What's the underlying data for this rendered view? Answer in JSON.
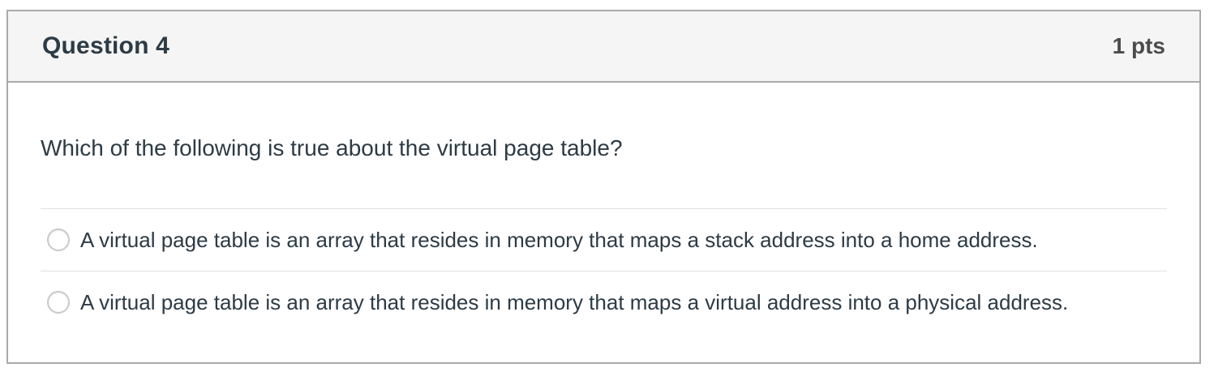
{
  "question": {
    "header": {
      "title": "Question 4",
      "points": "1 pts"
    },
    "prompt": "Which of the following is true about the virtual page table?",
    "options": [
      {
        "label": "A virtual page table is an array that resides in memory that maps a stack address into a home address.",
        "selected": false
      },
      {
        "label": "A virtual page table is an array that resides in memory that maps a virtual address into a physical address.",
        "selected": false
      }
    ]
  },
  "colors": {
    "border-gray": "#aaaaaa",
    "divider": "#e1e1e1",
    "header-bg": "#f5f5f5",
    "title-color": "#2d3b45",
    "points-color": "#4c4c4c",
    "text-color": "#2d3b45",
    "radio-border": "#c9c9c9",
    "card-bg": "#ffffff"
  }
}
